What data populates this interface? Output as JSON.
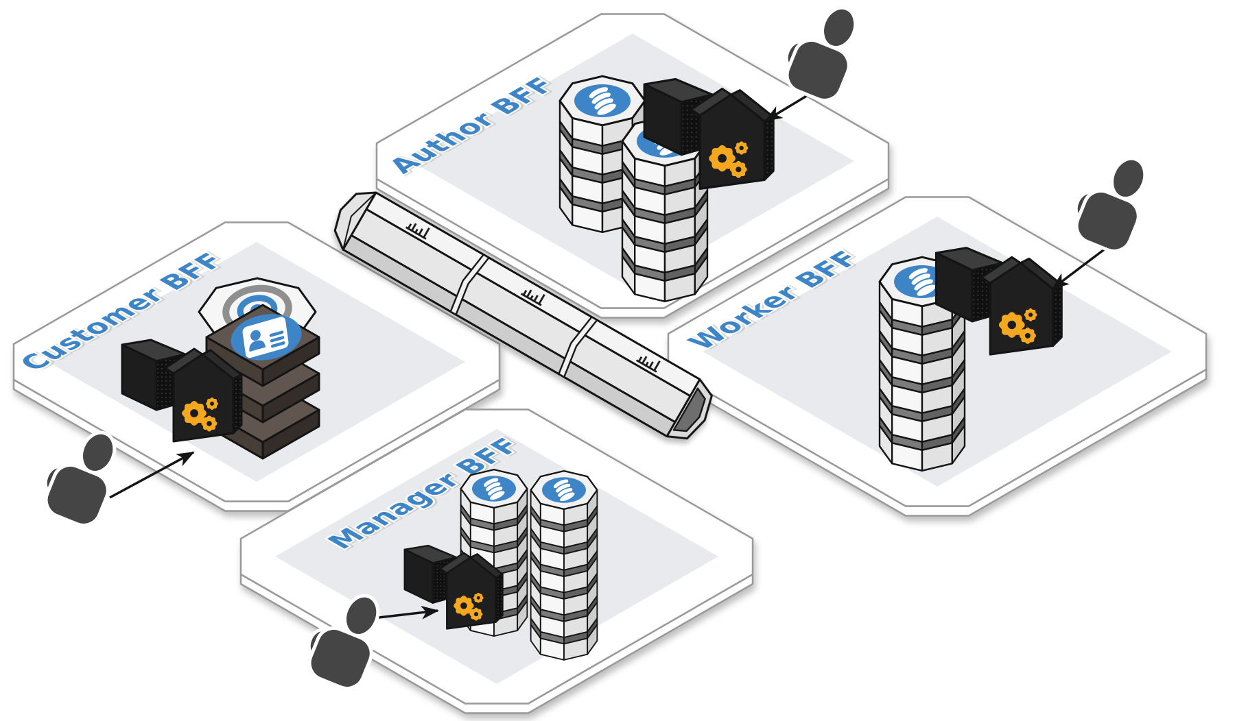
{
  "diagram": {
    "type": "isometric-architecture-diagram",
    "panels": [
      {
        "id": "author-bff",
        "label": "Author BFF",
        "components": {
          "database_stacks": 2,
          "gateway_wedges": 2,
          "gears_icon": true
        },
        "connected_user": {
          "icon": "user-icon",
          "position": "top-right",
          "arrow": "into-gateway"
        }
      },
      {
        "id": "worker-bff",
        "label": "Worker BFF",
        "components": {
          "database_stacks": 1,
          "gateway_wedges": 2,
          "gears_icon": true
        },
        "connected_user": {
          "icon": "user-icon",
          "position": "right",
          "arrow": "into-gateway"
        }
      },
      {
        "id": "customer-bff",
        "label": "Customer BFF",
        "components": {
          "database_stacks": 0,
          "gateway_wedges": 2,
          "gears_icon": true,
          "broadcast_dome": 1,
          "contact_card_slabs": 3
        },
        "connected_user": {
          "icon": "user-icon",
          "position": "bottom-left",
          "arrow": "into-gateway"
        }
      },
      {
        "id": "manager-bff",
        "label": "Manager BFF",
        "components": {
          "database_stacks": 2,
          "gateway_wedges": 2,
          "gears_icon": true
        },
        "connected_user": {
          "icon": "user-icon",
          "position": "bottom-left",
          "arrow": "into-gateway"
        }
      }
    ],
    "message_bus": {
      "segments": 3,
      "segment_icon": "bar-chart-icon"
    },
    "icon_names": [
      "database-icon",
      "gears-icon",
      "user-icon",
      "broadcast-icon",
      "contact-card-icon",
      "bar-chart-icon",
      "arrow-icon"
    ],
    "colors": {
      "panel_border": "#9a9a9a",
      "panel_fill": "#ffffff",
      "panel_floor": "#e9eaed",
      "label_blue": "#3d85c6",
      "icon_blue": "#3d85c6",
      "gear_yellow": "#f3a81f",
      "wedge_black": "#1f1f1f",
      "stack_light": "#f2f2f2",
      "stack_band": "#6d6d6d",
      "card_stack_brown": "#584f49",
      "pipe_gray": "#e7e7e7",
      "person_gray": "#454545",
      "arrow_black": "#151515"
    }
  }
}
